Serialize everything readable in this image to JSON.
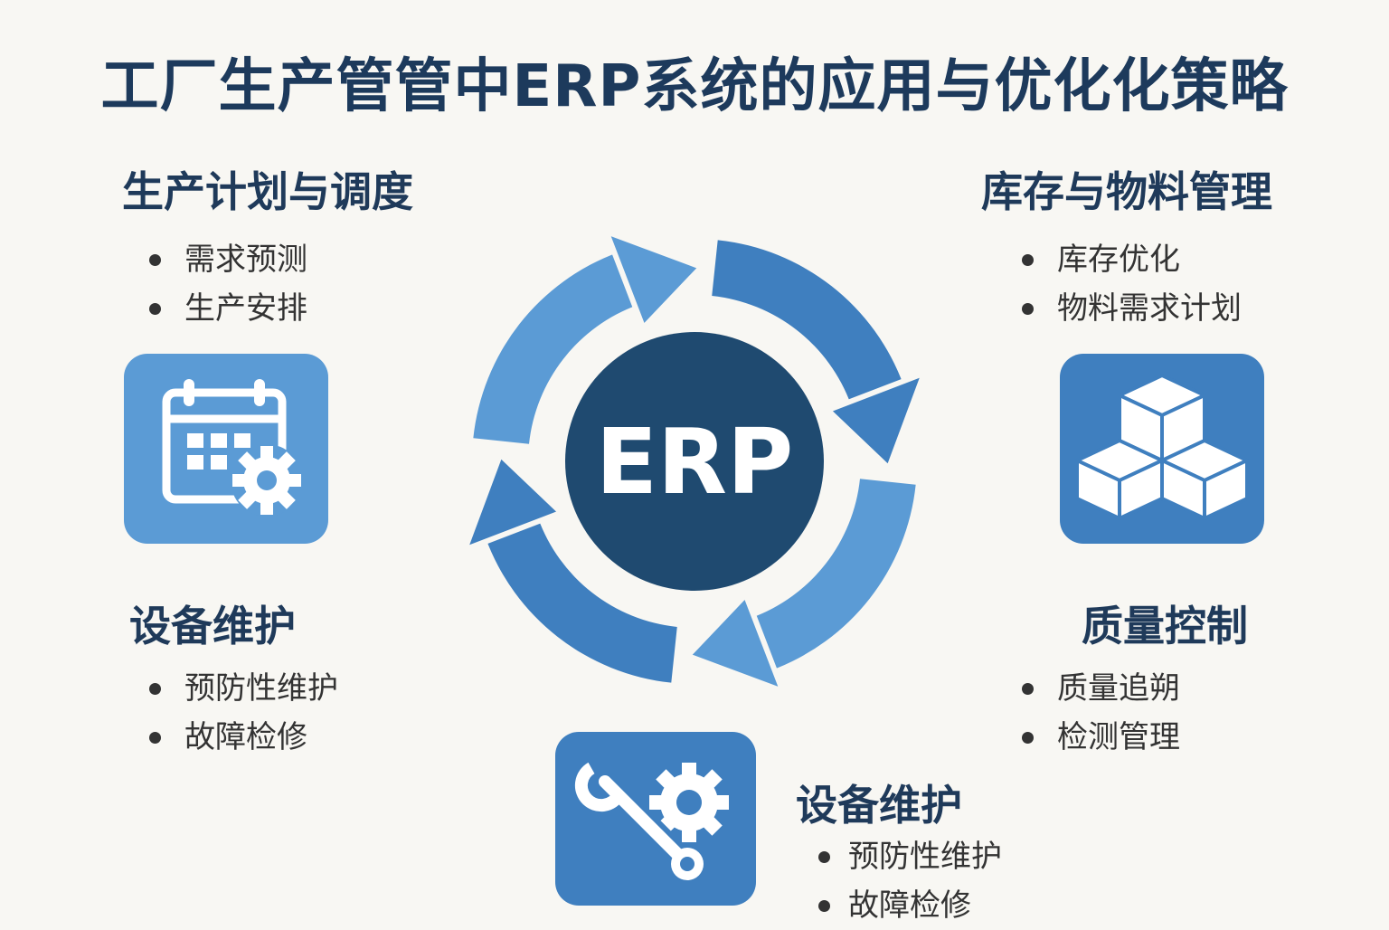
{
  "title": "工厂生产管管中ERP系统的应用与优化化策略",
  "center_label": "ERP",
  "colors": {
    "title": "#1d3a5c",
    "center": "#1f4a70",
    "light": "#5b9bd5",
    "dark": "#3f7fbf",
    "text": "#333333"
  },
  "sections": {
    "planning": {
      "heading": "生产计划与调度",
      "items": [
        "需求预测",
        "生产安排"
      ],
      "icon": "calendar-gear-icon"
    },
    "inventory": {
      "heading": "库存与物料管理",
      "items": [
        "库存优化",
        "物料需求计划"
      ],
      "icon": "cubes-icon"
    },
    "maintenance_left": {
      "heading": "设备维护",
      "items": [
        "预防性维护",
        "故障检修"
      ]
    },
    "quality": {
      "heading": "质量控制",
      "items": [
        "质量追朔",
        "检测管理"
      ]
    },
    "maintenance_bottom": {
      "heading": "设备维护",
      "items": [
        "预防性维护",
        "故障检修"
      ],
      "icon": "wrench-gear-icon"
    }
  }
}
